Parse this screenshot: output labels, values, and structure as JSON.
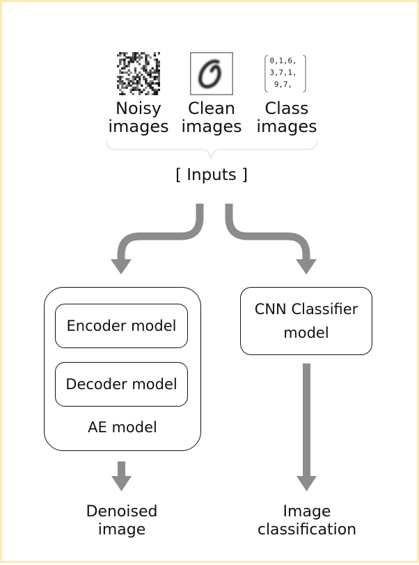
{
  "inputs": {
    "noisy": {
      "label": "Noisy\nimages"
    },
    "clean": {
      "label": "Clean\nimages"
    },
    "classes": {
      "label": "Class\nimages",
      "values_text": [
        "0,1,6,",
        "3,7,1,",
        "9,7,"
      ]
    },
    "group_label": "[ Inputs ]"
  },
  "ae": {
    "encoder_label": "Encoder model",
    "decoder_label": "Decoder model",
    "container_label": "AE model"
  },
  "cnn": {
    "label": "CNN Classifier\nmodel"
  },
  "outputs": {
    "denoised": "Denoised\nimage",
    "classification": "Image\nclassification"
  },
  "colors": {
    "arrow": "#8c8c8c",
    "border": "#f7ecb5",
    "brace": "#e6e6e6",
    "text": "#111111"
  }
}
